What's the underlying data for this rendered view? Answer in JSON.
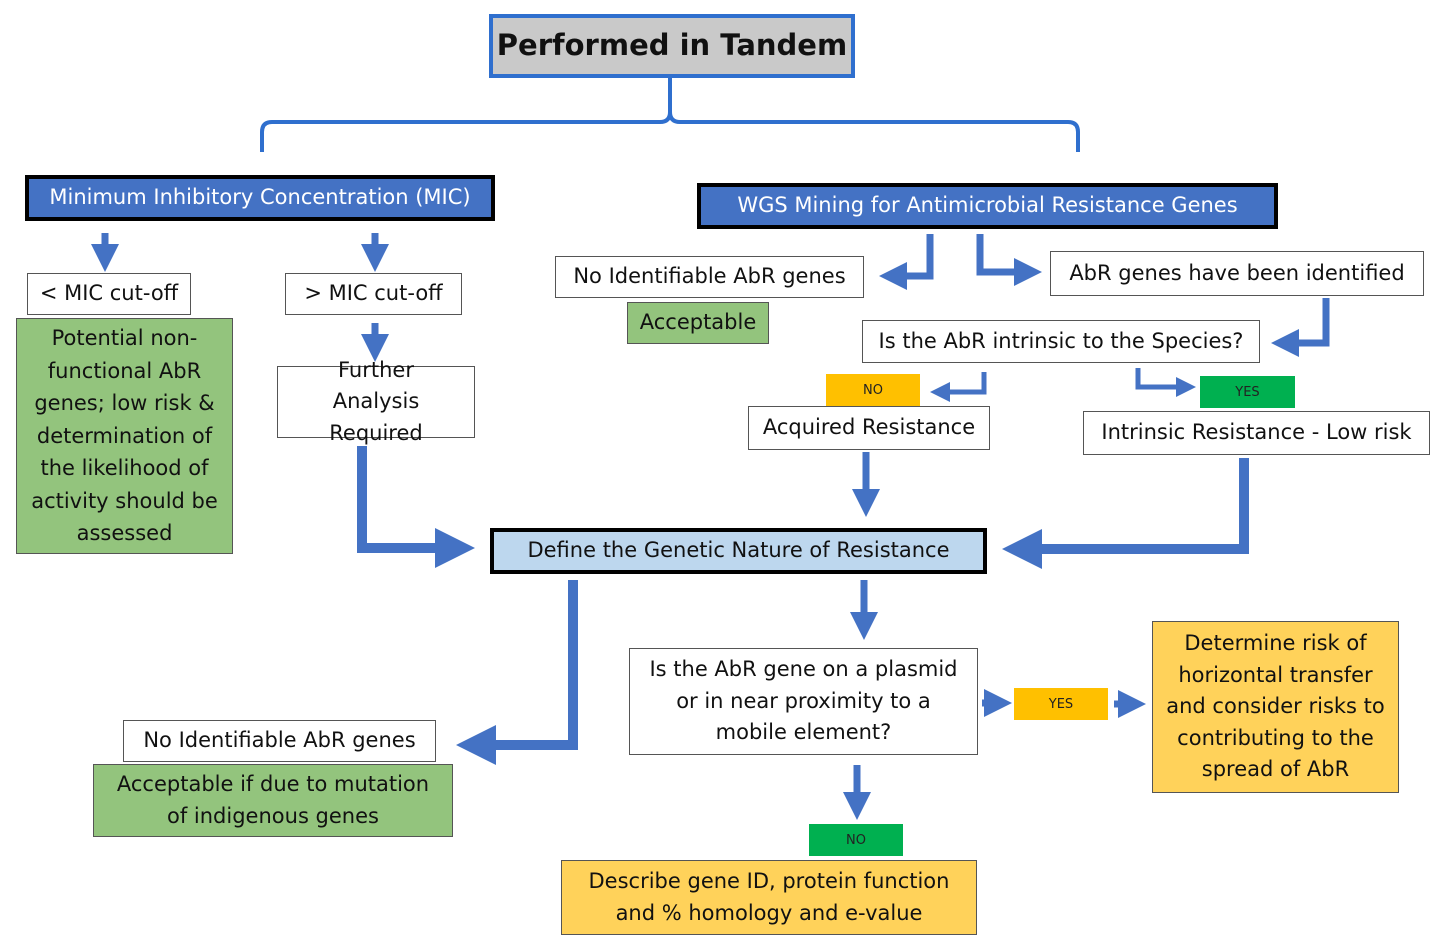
{
  "title": "Performed in Tandem",
  "mic": {
    "header": "Minimum Inhibitory Concentration (MIC)",
    "below": "< MIC cut-off",
    "above": "> MIC cut-off",
    "below_note": "Potential non-functional AbR genes; low risk & determination of the likelihood of activity should be assessed",
    "further": "Further Analysis Required"
  },
  "wgs": {
    "header": "WGS Mining for Antimicrobial Resistance Genes",
    "none": "No Identifiable AbR genes",
    "acceptable": "Acceptable",
    "identified": "AbR genes have been identified",
    "question": "Is the AbR intrinsic to the Species?",
    "no_label": "NO",
    "yes_label": "YES",
    "acquired": "Acquired Resistance",
    "intrinsic": "Intrinsic Resistance - Low risk"
  },
  "define": "Define the Genetic Nature of Resistance",
  "plasmid_question": "Is the AbR gene on a plasmid or in near proximity to a mobile element?",
  "plasmid_yes_label": "YES",
  "plasmid_no_label": "NO",
  "risk": "Determine risk of horizontal transfer and consider risks to contributing to the spread of AbR",
  "describe": "Describe gene ID, protein function and % homology and e-value",
  "bottom_none": "No Identifiable AbR genes",
  "bottom_acceptable": "Acceptable if due to mutation of indigenous genes",
  "colors": {
    "arrow": "#4472c4",
    "bracket": "#2f6fce",
    "green_box": "#93c47d",
    "orange_box": "#ffd25a",
    "light_blue_box": "#bdd7ee",
    "badge_orange": "#ffc000",
    "badge_green": "#00b050"
  }
}
